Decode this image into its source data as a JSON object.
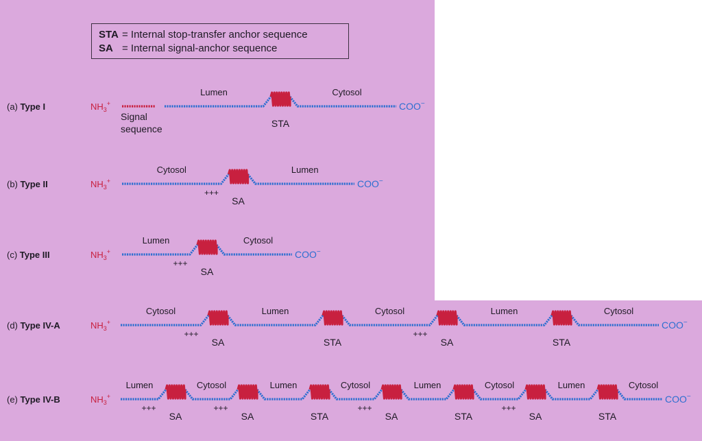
{
  "legend": {
    "items": [
      {
        "abbr": "STA",
        "text": "= Internal stop-transfer anchor sequence"
      },
      {
        "abbr": "SA",
        "text": "= Internal signal-anchor sequence"
      }
    ]
  },
  "terminus": {
    "n": "NH",
    "n_sub": "3",
    "n_sup": "+",
    "c": "COO",
    "c_sup": "−"
  },
  "colors": {
    "background": "#dba9dd",
    "chain": "#2e6fd0",
    "helix": "#c8203f",
    "signal": "#c8203f",
    "text": "#1e1a24",
    "terminus_n": "#c8203f",
    "terminus_c": "#2e6fd0"
  },
  "rows": [
    {
      "id": "type-i",
      "prefix": "(a) ",
      "name": "Type I",
      "signal_sequence": true,
      "signal_label": [
        "Signal",
        "sequence"
      ],
      "regions": [
        "Lumen",
        "Cytosol"
      ],
      "segments": [
        {
          "label": "STA",
          "charge": ""
        }
      ]
    },
    {
      "id": "type-ii",
      "prefix": "(b) ",
      "name": "Type II",
      "signal_sequence": false,
      "regions": [
        "Cytosol",
        "Lumen"
      ],
      "segments": [
        {
          "label": "SA",
          "charge": "+++"
        }
      ]
    },
    {
      "id": "type-iii",
      "prefix": "(c) ",
      "name": "Type III",
      "signal_sequence": false,
      "regions": [
        "Lumen",
        "Cytosol"
      ],
      "segments": [
        {
          "label": "SA",
          "charge": "+++"
        }
      ]
    },
    {
      "id": "type-iv-a",
      "prefix": "(d) ",
      "name": "Type IV-A",
      "signal_sequence": false,
      "regions": [
        "Cytosol",
        "Lumen",
        "Cytosol",
        "Lumen",
        "Cytosol"
      ],
      "segments": [
        {
          "label": "SA",
          "charge": "+++"
        },
        {
          "label": "STA",
          "charge": ""
        },
        {
          "label": "SA",
          "charge": "+++"
        },
        {
          "label": "STA",
          "charge": ""
        }
      ]
    },
    {
      "id": "type-iv-b",
      "prefix": "(e) ",
      "name": "Type IV-B",
      "signal_sequence": false,
      "regions": [
        "Lumen",
        "Cytosol",
        "Lumen",
        "Cytosol",
        "Lumen",
        "Cytosol",
        "Lumen",
        "Cytosol"
      ],
      "segments": [
        {
          "label": "SA",
          "charge": "+++"
        },
        {
          "label": "SA",
          "charge": "+++"
        },
        {
          "label": "STA",
          "charge": ""
        },
        {
          "label": "SA",
          "charge": "+++"
        },
        {
          "label": "STA",
          "charge": ""
        },
        {
          "label": "SA",
          "charge": "+++"
        },
        {
          "label": "STA",
          "charge": ""
        }
      ]
    }
  ]
}
